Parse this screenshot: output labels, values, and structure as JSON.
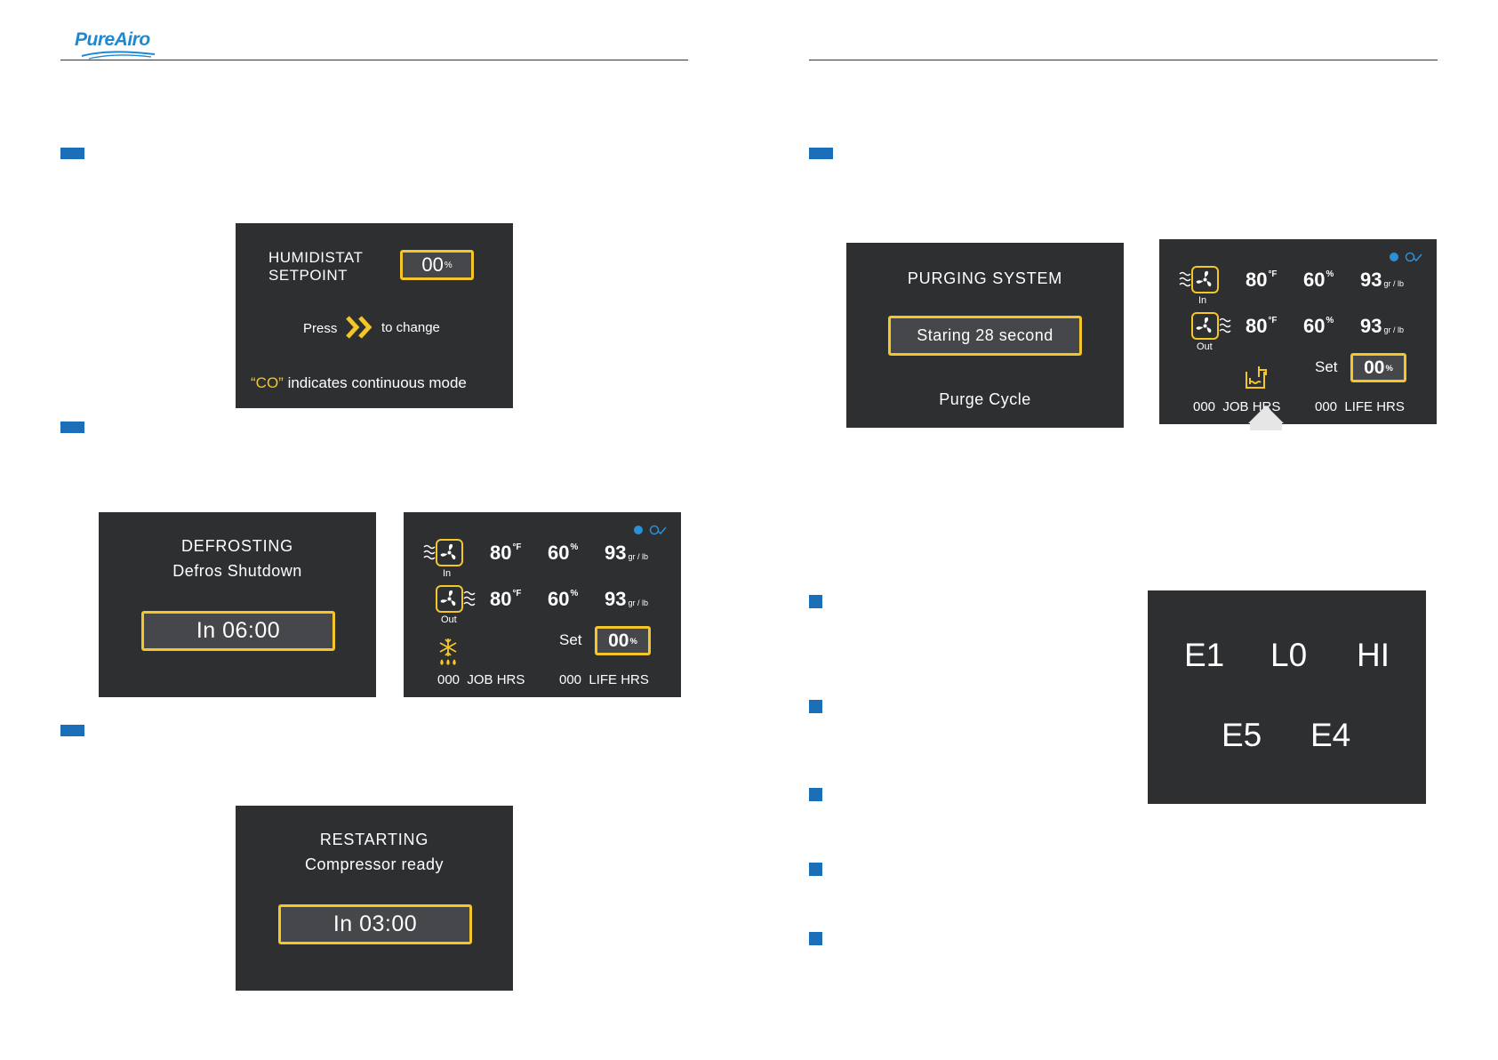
{
  "header": {
    "logo_text": "PureAiro"
  },
  "humidistat_screen": {
    "line1": "HUMIDISTAT",
    "line2": "SETPOINT",
    "value": "00",
    "value_unit": "%",
    "press": "Press",
    "to_change": "to change",
    "co_quote": "“CO”",
    "co_text": "indicates continuous mode"
  },
  "defrost_screen": {
    "title": "DEFROSTING",
    "subtitle": "Defros Shutdown",
    "timer": "In 06:00"
  },
  "status_screen_defrost": {
    "in_temp": "80",
    "temp_unit": "°F",
    "in_rh": "60",
    "rh_unit": "%",
    "in_gr": "93",
    "gr_unit": "gr / lb",
    "out_temp": "80",
    "out_rh": "60",
    "out_gr": "93",
    "in_label": "In",
    "out_label": "Out",
    "set_label": "Set",
    "set_value": "00",
    "set_unit": "%",
    "job_value": "000",
    "job_label": "JOB HRS",
    "life_value": "000",
    "life_label": "LIFE HRS"
  },
  "restart_screen": {
    "title": "RESTARTING",
    "subtitle": "Compressor ready",
    "timer": "In 03:00"
  },
  "purge_screen": {
    "title": "PURGING SYSTEM",
    "box": "Staring 28 second",
    "footer": "Purge Cycle"
  },
  "status_screen_purge": {
    "in_temp": "80",
    "temp_unit": "°F",
    "in_rh": "60",
    "rh_unit": "%",
    "in_gr": "93",
    "gr_unit": "gr / lb",
    "out_temp": "80",
    "out_rh": "60",
    "out_gr": "93",
    "in_label": "In",
    "out_label": "Out",
    "set_label": "Set",
    "set_value": "00",
    "set_unit": "%",
    "job_value": "000",
    "job_label": "JOB HRS",
    "life_value": "000",
    "life_label": "LIFE HRS"
  },
  "error_codes": {
    "row1": [
      "E1",
      "L0",
      "HI"
    ],
    "row2": [
      "E5",
      "E4"
    ]
  },
  "colors": {
    "accent_blue": "#1a6fb8",
    "highlight_yellow": "#f4c62a",
    "panel_bg": "#2e2f31"
  }
}
